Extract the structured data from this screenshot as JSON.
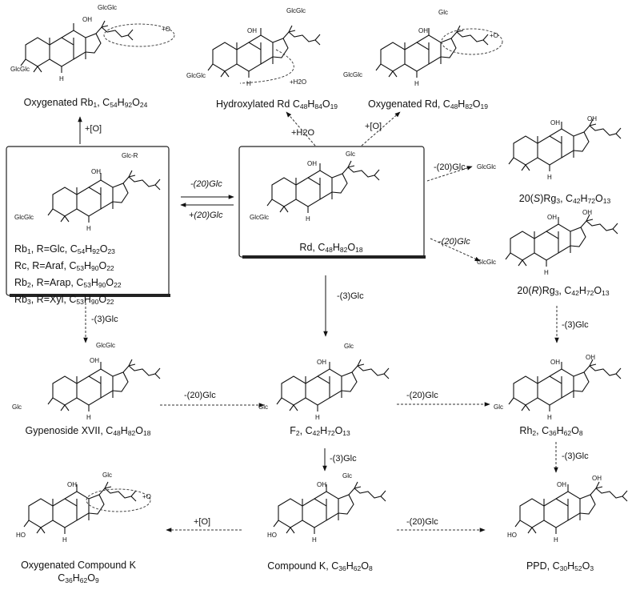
{
  "compounds": {
    "oxy_rb1": {
      "name": "Oxygenated Rb",
      "name_sub": "1",
      "formula": "C54H92O24"
    },
    "hyd_rd": {
      "name": "Hydroxylated Rd",
      "formula": "C48H84O19"
    },
    "oxy_rd": {
      "name": "Oxygenated Rd",
      "formula": "C48H82O19"
    },
    "rd": {
      "name": "Rd",
      "formula": "C48H82O18"
    },
    "s_rg3": {
      "prefix": "20(",
      "stereo": "S",
      "suffix": ")Rg",
      "sub": "3",
      "formula": "C42H72O13"
    },
    "r_rg3": {
      "prefix": "20(",
      "stereo": "R",
      "suffix": ")Rg",
      "sub": "3",
      "formula": "C42H72O13"
    },
    "gyp": {
      "name": "Gypenoside XVII",
      "formula": "C48H82O18"
    },
    "f2": {
      "name": "F",
      "name_sub": "2",
      "formula": "C42H72O13"
    },
    "rh2": {
      "name": "Rh",
      "name_sub": "2",
      "formula": "C36H62O8"
    },
    "oxy_ck": {
      "line1": "Oxygenated  Compound K",
      "formula": "C36H62O9"
    },
    "ck": {
      "name": "Compound K",
      "formula": "C36H62O8"
    },
    "ppd": {
      "name": "PPD",
      "formula": "C30H52O3"
    }
  },
  "rb_box": {
    "r_label": "Glc-R",
    "rows": [
      {
        "name": "Rb",
        "sub": "1",
        "r": "R=Glc,",
        "formula": "C54H92O23"
      },
      {
        "name": "Rc,",
        "sub": "",
        "r": "R=Araf,",
        "formula": "C53H90O22"
      },
      {
        "name": "Rb",
        "sub": "2",
        "r": "R=Arap,",
        "formula": "C53H90O22"
      },
      {
        "name": "Rb",
        "sub": "3",
        "r": "R=Xyl,",
        "formula": "C53H90O22"
      }
    ]
  },
  "arrows": {
    "box_to_rb1": "+[O]",
    "rd_to_hyd": "+H2O",
    "rd_to_oxy": "+[O]",
    "box_to_rd": "-(20)Glc",
    "rd_to_box": "+(20)Glc",
    "rd_to_srg3": "-(20)Glc",
    "rd_to_rrg3": "-(20)Glc",
    "box_to_gyp": "-(3)Glc",
    "rd_to_f2": "-(3)Glc",
    "rrg3_to_rh2": "-(3)Glc",
    "gyp_to_f2": "-(20)Glc",
    "f2_to_rh2": "-(20)Glc",
    "f2_to_ck": "-(3)Glc",
    "rh2_to_ppd": "-(3)Glc",
    "ck_to_oxy": "+[O]",
    "ck_to_ppd": "-(20)Glc"
  },
  "annotations": {
    "plus_o": "+O",
    "plus_h2o": "+H2O",
    "sugar_glcglc": "GlcGlc",
    "sugar_glc": "Glc",
    "oh": "OH",
    "ho": "HO",
    "h": "H"
  },
  "colors": {
    "line": "#111111",
    "box_border": "#222222",
    "dash": "#333333"
  }
}
